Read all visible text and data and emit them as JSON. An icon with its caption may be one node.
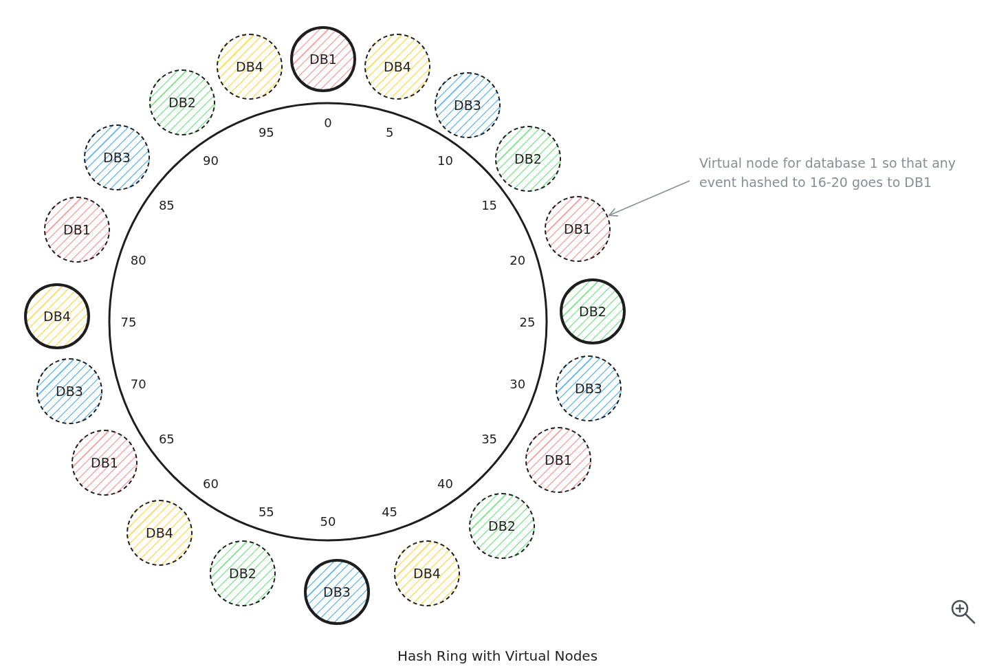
{
  "diagram": {
    "caption": "Hash Ring with Virtual Nodes",
    "nodes": [
      {
        "text": [
          "DB1"
        ]
      },
      {
        "text": [
          "DB4"
        ]
      },
      {
        "text": [
          "DB3"
        ]
      },
      {
        "text": [
          "DB2"
        ]
      },
      {
        "text": [
          "DB1"
        ]
      },
      {
        "text": [
          "DB2"
        ]
      },
      {
        "text": [
          "DB3"
        ]
      },
      {
        "text": [
          "DB1"
        ]
      },
      {
        "text": [
          "DB2"
        ]
      },
      {
        "text": [
          "DB4"
        ]
      },
      {
        "text": [
          "DB3"
        ]
      },
      {
        "text": [
          "DB2"
        ]
      },
      {
        "text": [
          "DB4"
        ]
      },
      {
        "text": [
          "DB1"
        ]
      },
      {
        "text": [
          "DB3"
        ]
      },
      {
        "text": [
          "DB4"
        ]
      },
      {
        "text": [
          "DB1"
        ]
      },
      {
        "text": [
          "DB3"
        ]
      },
      {
        "text": [
          "DB2"
        ]
      },
      {
        "text": [
          "DB4"
        ]
      },
      {
        "text": [
          "Virtual node for database 1 so that any event hashed to 16-20 goes to DB1"
        ]
      }
    ],
    "edges": [
      {
        "from": 20,
        "to": 4,
        "arrow": "to"
      }
    ],
    "labels": [
      "0",
      "5",
      "10",
      "15",
      "20",
      "25",
      "30",
      "35",
      "40",
      "45",
      "50",
      "55",
      "60",
      "65",
      "70",
      "75",
      "80",
      "85",
      "90",
      "95"
    ]
  }
}
